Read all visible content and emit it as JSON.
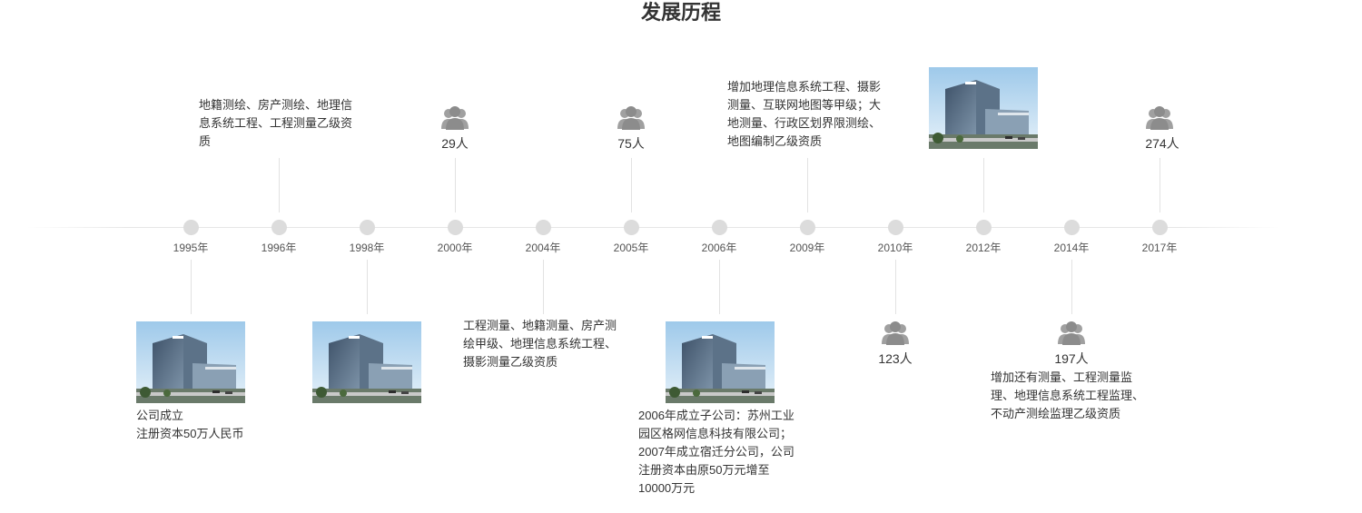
{
  "title": "发展历程",
  "years": [
    "1995年",
    "1996年",
    "1998年",
    "2000年",
    "2004年",
    "2005年",
    "2006年",
    "2009年",
    "2010年",
    "2012年",
    "2014年",
    "2017年"
  ],
  "events": {
    "e1995": {
      "line1": "公司成立",
      "line2": "注册资本50万人民币"
    },
    "e1996": {
      "text": "地籍测绘、房产测绘、地理信息系统工程、工程测量乙级资质"
    },
    "e2000": {
      "count": "29人"
    },
    "e2004": {
      "text": "工程测量、地籍测量、房产测绘甲级、地理信息系统工程、摄影测量乙级资质"
    },
    "e2005": {
      "count": "75人"
    },
    "e2006": {
      "para1": "2006年成立子公司：苏州工业园区格网信息科技有限公司；",
      "para2": "2007年成立宿迁分公司，公司注册资本由原50万元增至10000万元"
    },
    "e2009": {
      "text": "增加地理信息系统工程、摄影测量、互联网地图等甲级；大地测量、行政区划界限测绘、地图编制乙级资质"
    },
    "e2010": {
      "count": "123人"
    },
    "e2014": {
      "count": "197人",
      "text": "增加还有测量、工程测量监理、地理信息系统工程监理、不动产测绘监理乙级资质"
    },
    "e2017": {
      "count": "274人"
    }
  },
  "icons": {
    "people": "people-icon",
    "building": "building-photo"
  },
  "colors": {
    "dot": "#dcdcdc",
    "line": "#e2e2e2",
    "icon": "#a0a0a0"
  }
}
